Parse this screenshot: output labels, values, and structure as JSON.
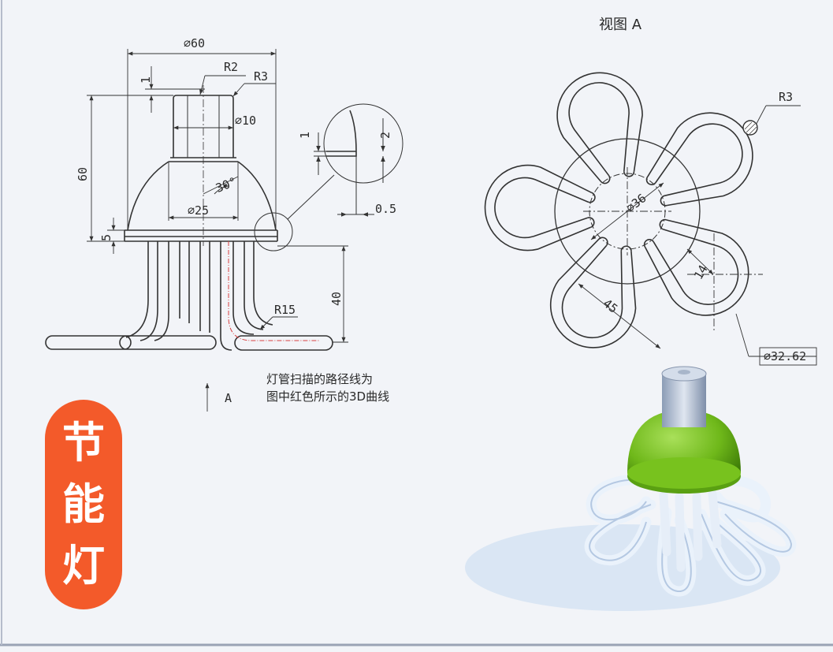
{
  "drawing": {
    "dim_dia60": "⌀60",
    "dim_r2": "R2",
    "dim_r3_left": "R3",
    "dim_1_top": "1",
    "dim_dia10": "⌀10",
    "dim_60": "60",
    "dim_30deg": "30°",
    "dim_dia25": "⌀25",
    "dim_5": "5",
    "dim_40": "40",
    "dim_r15": "R15",
    "detail_1": "1",
    "detail_2": "2",
    "detail_05": "0.5",
    "view_title": "视图 A",
    "dim_r3_right": "R3",
    "dim_dia36": "⌀36",
    "dim_14": "14",
    "dim_45": "45",
    "dim_dia3262": "⌀32.62",
    "arrow_label": "A",
    "note_line1": "灯管扫描的路径线为",
    "note_line2": "图中红色所示的3D曲线"
  },
  "badge": {
    "chars": [
      "节",
      "能",
      "灯"
    ]
  },
  "colors": {
    "line": "#333333",
    "badge": "#f35a2a",
    "dome": "#7cc21c",
    "tube": "#dfe9f5"
  }
}
